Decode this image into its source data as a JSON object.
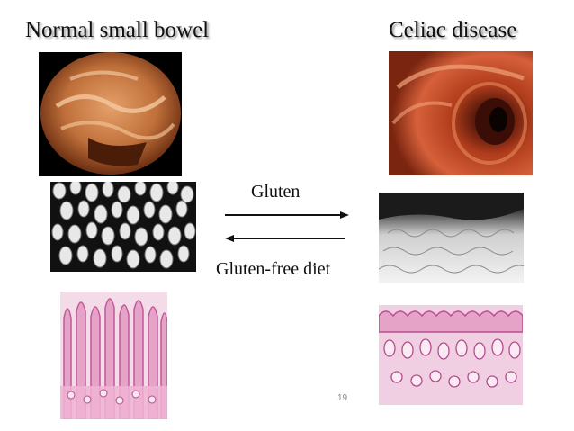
{
  "slide": {
    "left_heading": "Normal small bowel",
    "right_heading": "Celiac disease",
    "forward_label": "Gluten",
    "reverse_label": "Gluten-free diet",
    "page_number": "19"
  },
  "colors": {
    "arrow": "#111111",
    "endoscopy_normal": "#c0703a",
    "endoscopy_celiac": "#c24a24",
    "histology_pink": "#e6a3c8"
  }
}
